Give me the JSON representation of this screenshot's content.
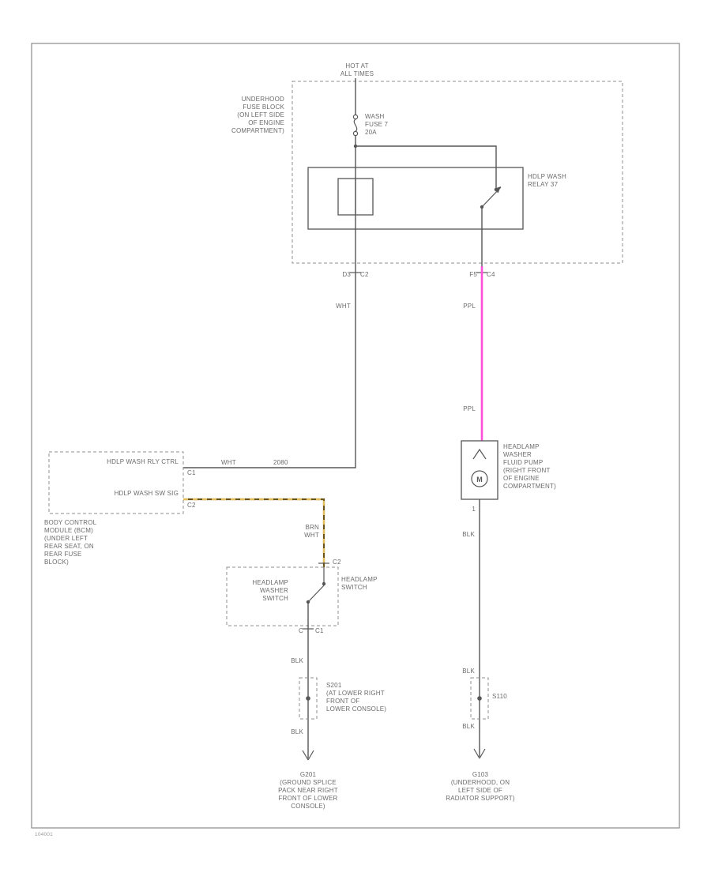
{
  "diagram": {
    "footer_code": "104001",
    "colors": {
      "ppl": "#ff4fd8",
      "tan": "#e2bf58",
      "tan_dark": "#6b5417"
    },
    "power": {
      "hot": [
        "HOT AT",
        "ALL TIMES"
      ]
    },
    "fuse_block": {
      "location": [
        "UNDERHOOD",
        "FUSE BLOCK",
        "(ON LEFT SIDE",
        "OF ENGINE",
        "COMPARTMENT)"
      ],
      "fuse": [
        "WASH",
        "FUSE 7",
        "20A"
      ],
      "relay": [
        "HDLP WASH",
        "RELAY 37"
      ],
      "left_pin": "D3",
      "left_connector": "C2",
      "right_pin": "F5",
      "right_connector": "C4"
    },
    "bcm": {
      "terminal_top": "HDLP WASH RLY CTRL",
      "terminal_bottom": "HDLP WASH SW SIG",
      "connector_top": "C1",
      "connector_bottom": "C2",
      "location": [
        "BODY CONTROL",
        "MODULE (BCM)",
        "(UNDER LEFT",
        "REAR SEAT, ON",
        "REAR FUSE",
        "BLOCK)"
      ]
    },
    "wires": {
      "wht": "WHT",
      "wht_circuit": "2080",
      "ppl": "PPL",
      "brn_wht": [
        "BRN",
        "WHT"
      ],
      "blk": "BLK"
    },
    "headlamp_switch": {
      "name": [
        "HEADLAMP",
        "SWITCH"
      ],
      "washer_switch": [
        "HEADLAMP",
        "WASHER",
        "SWITCH"
      ],
      "connector_in": "C2",
      "pin_out": "C",
      "connector_out": "C1"
    },
    "pump": {
      "label": [
        "HEADLAMP",
        "WASHER",
        "FLUID PUMP",
        "(RIGHT FRONT",
        "OF ENGINE",
        "COMPARTMENT)"
      ],
      "pin": "1",
      "motor_symbol": "M"
    },
    "splices": {
      "left": [
        "S201",
        "(AT LOWER RIGHT",
        "FRONT OF",
        "LOWER CONSOLE)"
      ],
      "right": "S110"
    },
    "grounds": {
      "left": [
        "G201",
        "(GROUND SPLICE",
        "PACK NEAR RIGHT",
        "FRONT OF LOWER",
        "CONSOLE)"
      ],
      "right": [
        "G103",
        "(UNDERHOOD, ON",
        "LEFT SIDE OF",
        "RADIATOR SUPPORT)"
      ]
    }
  }
}
